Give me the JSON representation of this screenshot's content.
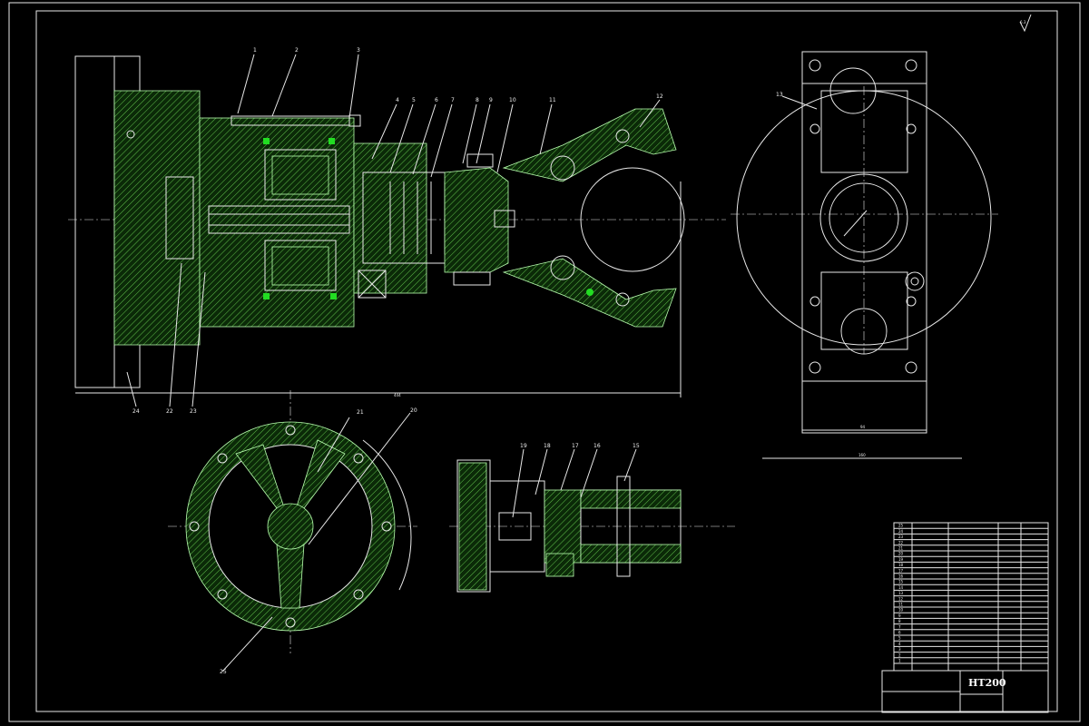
{
  "drawing": {
    "roughness_mark": "6.3",
    "material": "HT200",
    "part_numbers": [
      "1",
      "2",
      "3",
      "4",
      "5",
      "6",
      "7",
      "8",
      "9",
      "10",
      "11",
      "12",
      "13",
      "14",
      "15",
      "16",
      "17",
      "18",
      "19",
      "20",
      "21",
      "22",
      "23",
      "24",
      "25"
    ],
    "main_view_callouts": [
      "1",
      "2",
      "3",
      "4",
      "5",
      "6",
      "7",
      "8",
      "9",
      "10",
      "11",
      "12",
      "22",
      "23",
      "24"
    ],
    "bottom_left_callouts": [
      "21",
      "20",
      "25"
    ],
    "bottom_middle_callouts": [
      "19",
      "18",
      "17",
      "16",
      "15"
    ],
    "right_view_callouts": [
      "13"
    ],
    "dimensions": {
      "main_width": "444",
      "right_inner": "94",
      "right_outer": "160"
    }
  },
  "colors": {
    "background": "#000000",
    "line": "#e8e8e8",
    "hatch": "#5fbf4a",
    "accent": "#22dd22"
  },
  "icons": [
    "roughness-symbol-icon"
  ]
}
